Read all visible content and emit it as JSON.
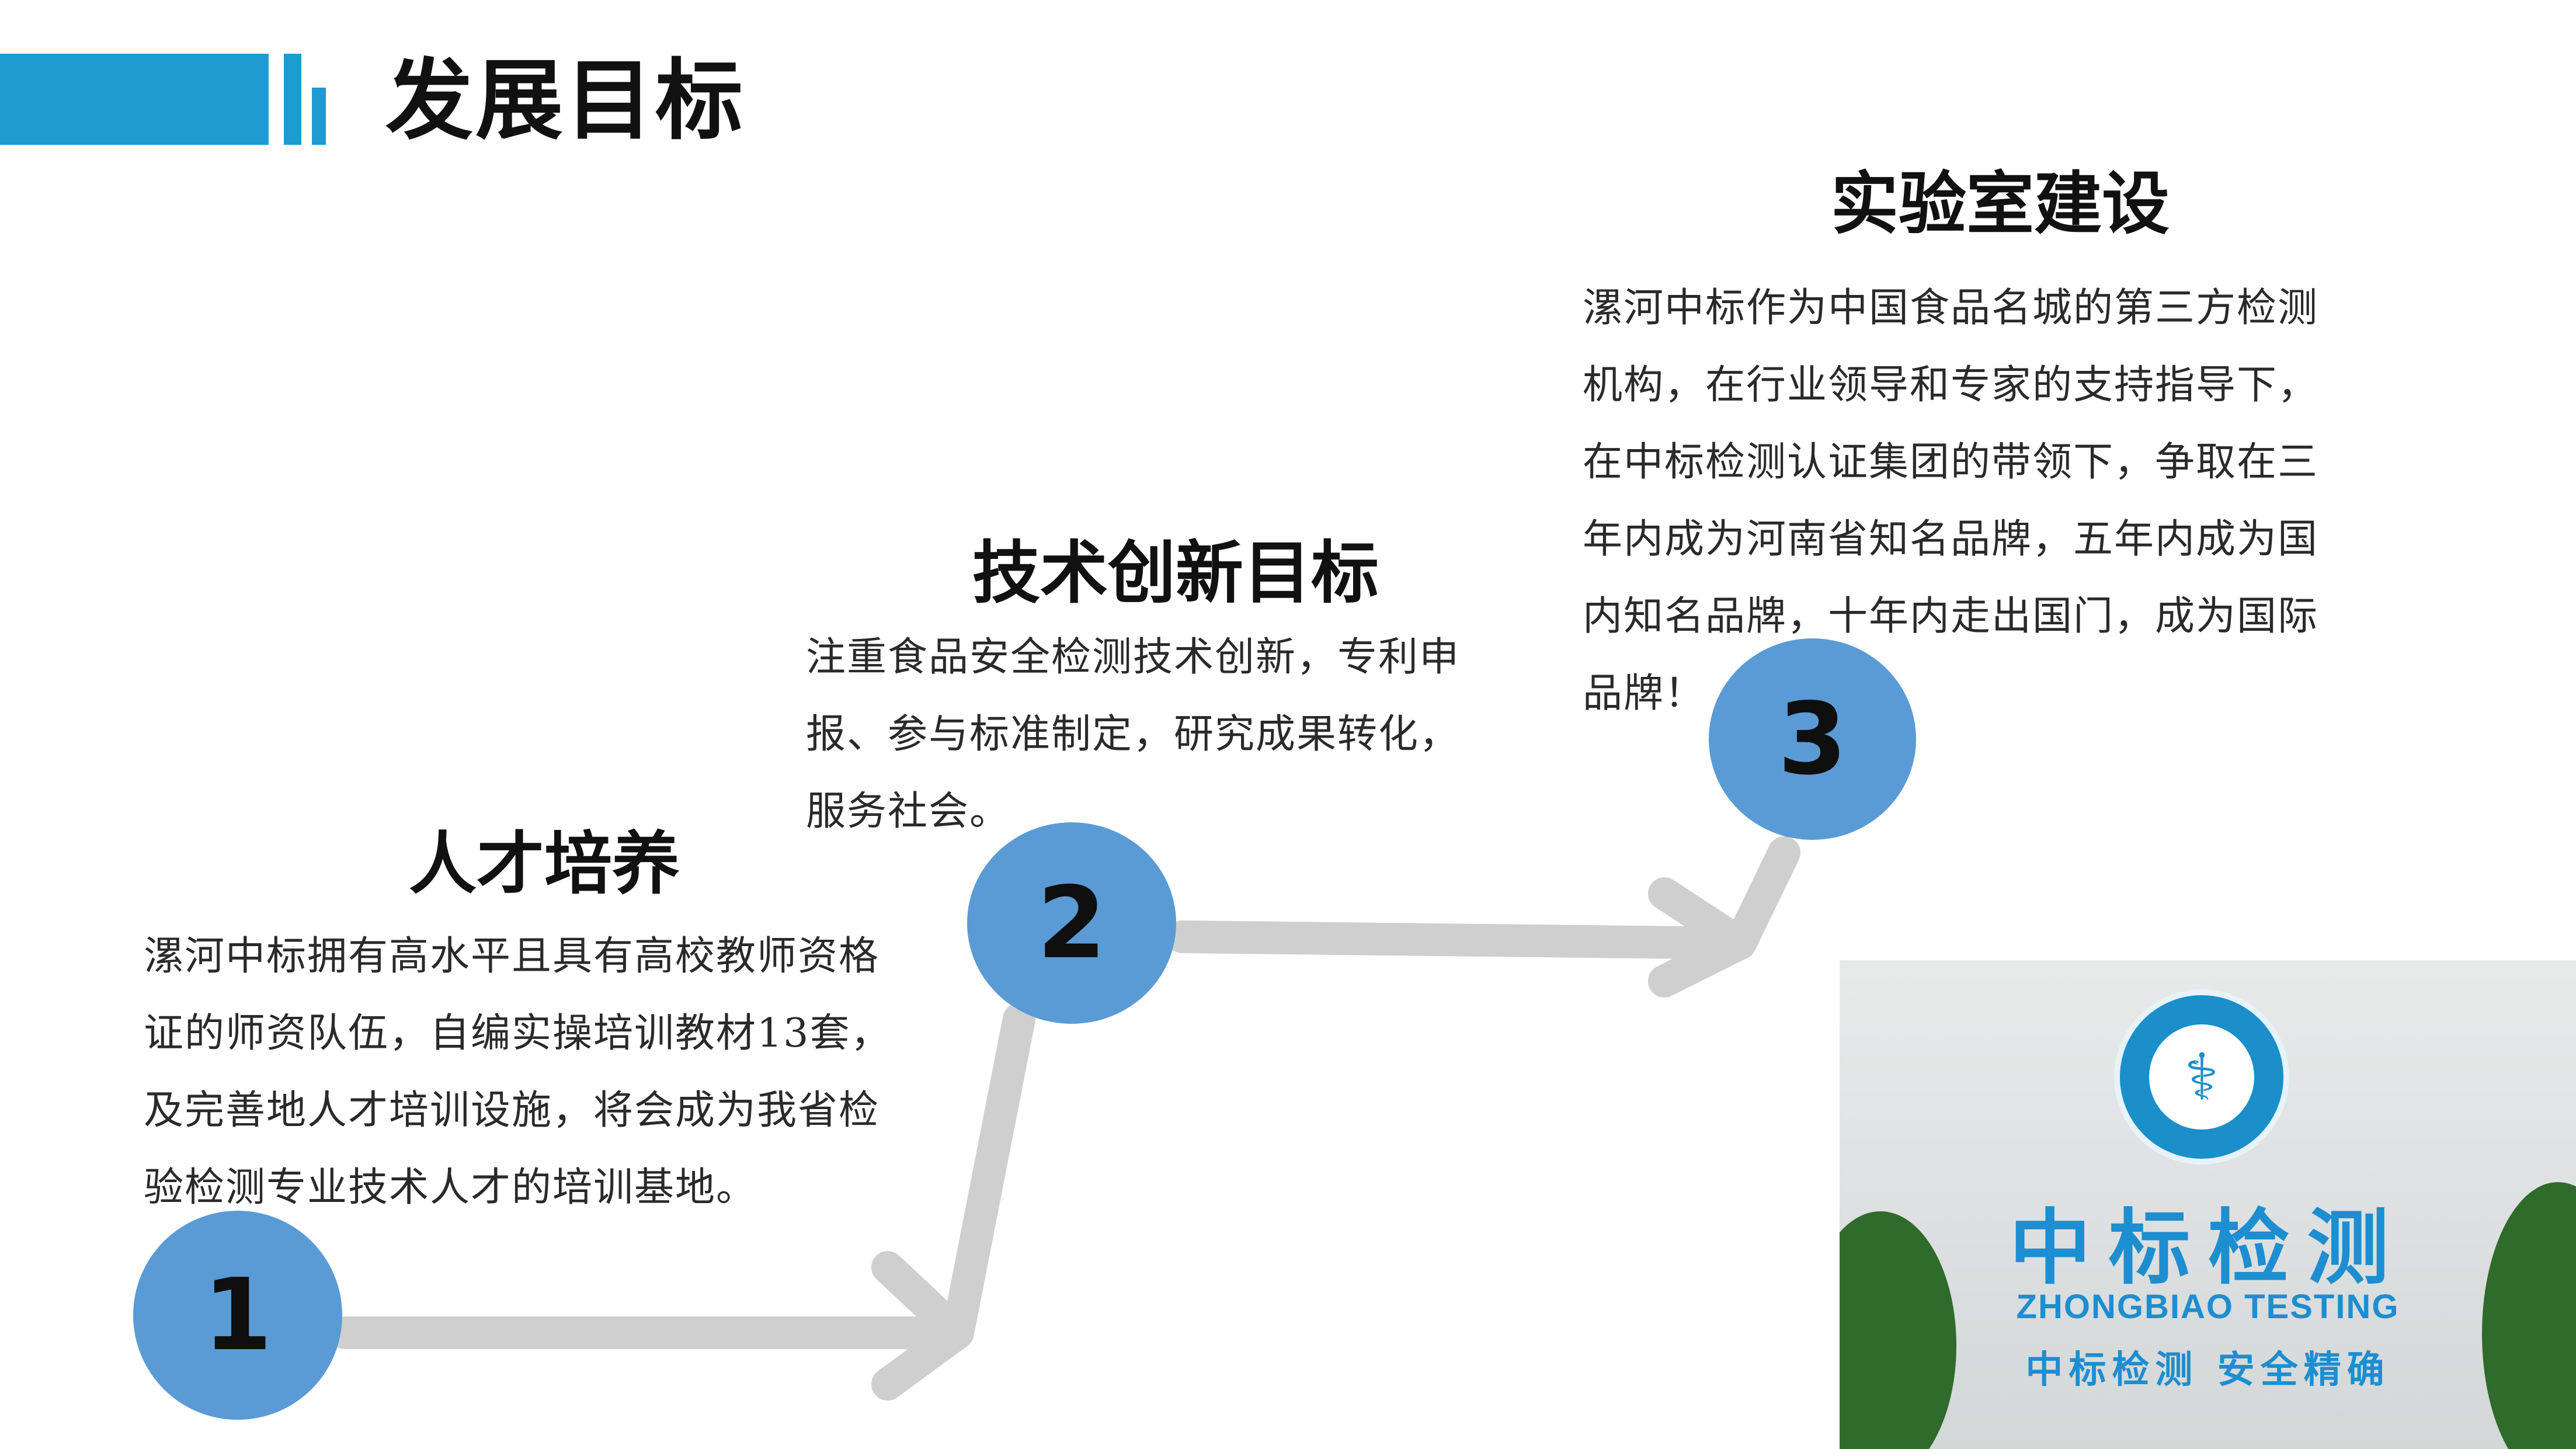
{
  "header": {
    "title": "发展目标"
  },
  "steps": [
    {
      "number": "1",
      "heading": "人才培养",
      "lines": [
        "漯河中标拥有高水平且具有高校教师资格",
        "证的师资队伍，自编实操培训教材13套，",
        "及完善地人才培训设施，将会成为我省检",
        "验检测专业技术人才的培训基地。"
      ]
    },
    {
      "number": "2",
      "heading": "技术创新目标",
      "lines": [
        "注重食品安全检测技术创新，专利申",
        "报、参与标准制定，研究成果转化，",
        "服务社会。"
      ]
    },
    {
      "number": "3",
      "heading": "实验室建设",
      "lines": [
        "漯河中标作为中国食品名城的第三方检测",
        "机构，在行业领导和专家的支持指导下，",
        "在中标检测认证集团的带领下，争取在三",
        "年内成为河南省知名品牌，五年内成为国",
        "内知名品牌，十年内走出国门，成为国际",
        "品牌！"
      ]
    }
  ],
  "photo": {
    "sign_cn": "中标检测",
    "sign_en": "ZHONGBIAO TESTING",
    "slogan": "中标检测  安全精确"
  },
  "colors": {
    "accent_bar": "#1e9cd0",
    "circle": "#5b9bd5",
    "connector": "#cfcfcf",
    "sign_text": "#1d8ed0"
  }
}
